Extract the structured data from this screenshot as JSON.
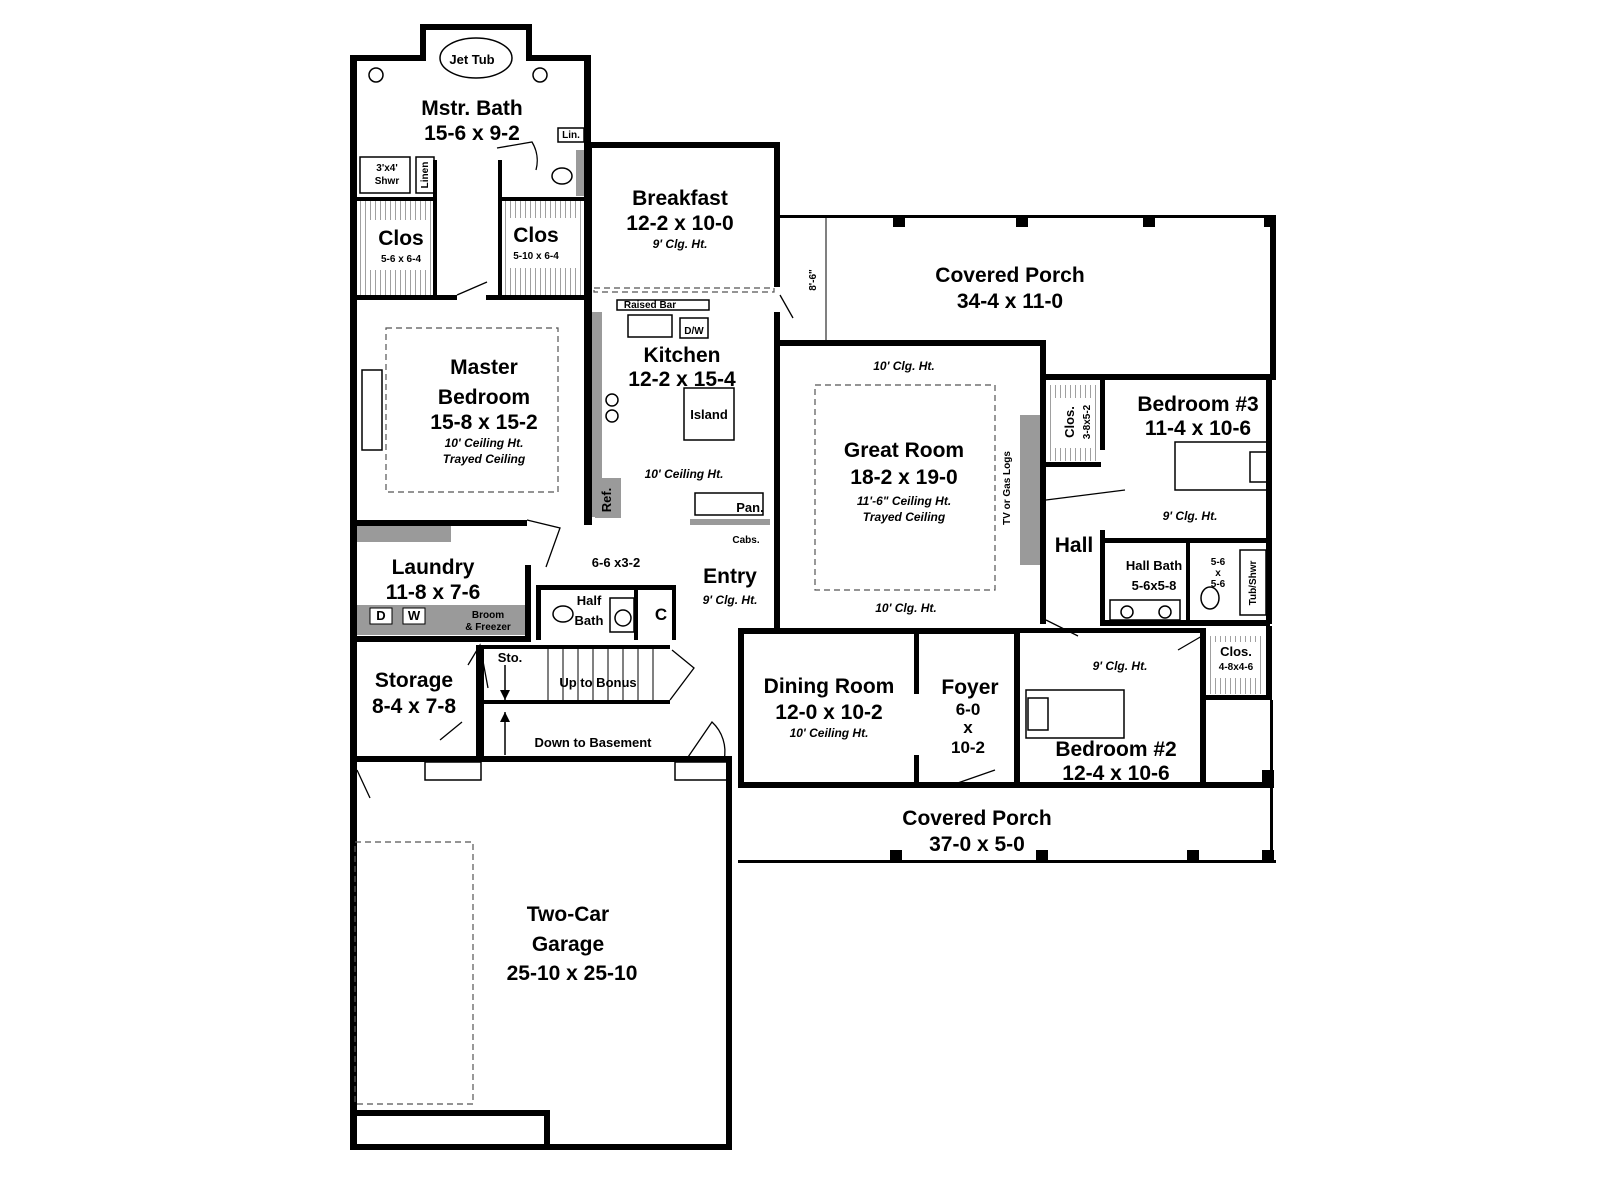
{
  "rooms": {
    "jet_tub": "Jet Tub",
    "mstr_bath": {
      "name": "Mstr. Bath",
      "dims": "15-6 x 9-2"
    },
    "lin": "Lin.",
    "shower": {
      "size": "3'x4'",
      "label": "Shwr"
    },
    "linen": "Linen",
    "clos_left": {
      "name": "Clos",
      "dims": "5-6 x 6-4"
    },
    "clos_right": {
      "name": "Clos",
      "dims": "5-10 x 6-4"
    },
    "breakfast": {
      "name": "Breakfast",
      "dims": "12-2 x 10-0",
      "ceiling": "9' Clg. Ht."
    },
    "covered_porch_rear": {
      "name": "Covered Porch",
      "dims": "34-4 x 11-0",
      "depth": "8'-6\""
    },
    "raised_bar": "Raised Bar",
    "dw": "D/W",
    "kitchen": {
      "name": "Kitchen",
      "dims": "12-2 x 15-4",
      "ceiling": "10' Ceiling Ht."
    },
    "island": "Island",
    "ref": "Ref.",
    "pan": "Pan.",
    "cabs": "Cabs.",
    "master_bedroom": {
      "name_line1": "Master",
      "name_line2": "Bedroom",
      "dims": "15-8 x 15-2",
      "ceiling": "10' Ceiling Ht.",
      "ceiling_type": "Trayed Ceiling"
    },
    "great_room": {
      "name": "Great Room",
      "dims": "18-2 x 19-0",
      "ceiling": "11'-6\" Ceiling Ht.",
      "ceiling_type": "Trayed Ceiling",
      "clg_top": "10' Clg. Ht.",
      "clg_bottom": "10' Clg. Ht.",
      "tv": "TV or Gas Logs"
    },
    "bedroom3": {
      "name": "Bedroom #3",
      "dims": "11-4 x 10-6",
      "ceiling": "9' Clg. Ht."
    },
    "clos_b3": {
      "name": "Clos.",
      "dims": "3-8x5-2"
    },
    "hall": "Hall",
    "hall_bath": {
      "name": "Hall Bath",
      "dims": "5-6x5-8"
    },
    "tub_dims": {
      "w": "5-6",
      "x": "x",
      "h": "5-6"
    },
    "tub_shwr": "Tub/Shwr",
    "laundry": {
      "name": "Laundry",
      "dims": "11-8 x 7-6"
    },
    "dryer": "D",
    "washer": "W",
    "broom": {
      "line1": "Broom",
      "line2": "& Freezer"
    },
    "entry": {
      "name": "Entry",
      "ceiling": "9' Clg. Ht.",
      "passage": "6-6 x3-2"
    },
    "half_bath": {
      "line1": "Half",
      "line2": "Bath"
    },
    "coat": "C",
    "storage": {
      "name": "Storage",
      "dims": "8-4 x 7-8"
    },
    "sto": "Sto.",
    "up_to_bonus": "Up to Bonus",
    "down_to_basement": "Down to Basement",
    "dining_room": {
      "name": "Dining Room",
      "dims": "12-0 x 10-2",
      "ceiling": "10' Ceiling Ht."
    },
    "foyer": {
      "name": "Foyer",
      "w": "6-0",
      "x": "x",
      "h": "10-2"
    },
    "bedroom2": {
      "name": "Bedroom #2",
      "dims": "12-4 x 10-6",
      "ceiling": "9' Clg. Ht."
    },
    "clos_b2": {
      "name": "Clos.",
      "dims": "4-8x4-6"
    },
    "covered_porch_front": {
      "name": "Covered Porch",
      "dims": "37-0 x 5-0"
    },
    "garage": {
      "line1": "Two-Car",
      "line2": "Garage",
      "dims": "25-10 x 25-10"
    }
  }
}
